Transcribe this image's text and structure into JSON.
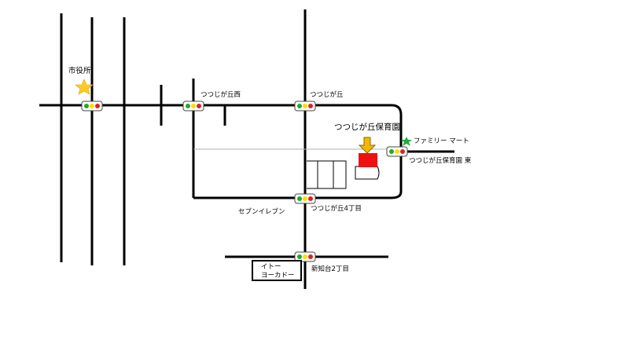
{
  "labels": {
    "city_hall": "市役所",
    "tsutsujigaoka_nishi": "つつじが丘西",
    "tsutsujigaoka": "つつじが丘",
    "nursery": "つつじが丘保育園",
    "family_mart": "ファミリー マート",
    "nursery_east": "つつじが丘保育園 東",
    "seven_eleven": "セブンイレブン",
    "tsutsujigaoka_4": "つつじが丘4丁目",
    "shinchidai_2": "新知台2丁目",
    "ito_line1": "イトー",
    "ito_line2": "ヨーカドー"
  },
  "colors": {
    "road": "#000000",
    "minor_line": "#b0b0b0",
    "nursery_block": "#ee1111",
    "arrow": "#f5b800",
    "city_hall_star": "#ffcc22",
    "family_mart_star": "#22aa44",
    "signal_green": "#22aa22",
    "signal_yellow": "#ffdd00",
    "signal_red": "#dd2222"
  },
  "icons": {
    "traffic_signal": "traffic-signal-icon",
    "city_hall": "star-icon",
    "family_mart": "star-icon",
    "destination": "arrow-down-icon"
  }
}
